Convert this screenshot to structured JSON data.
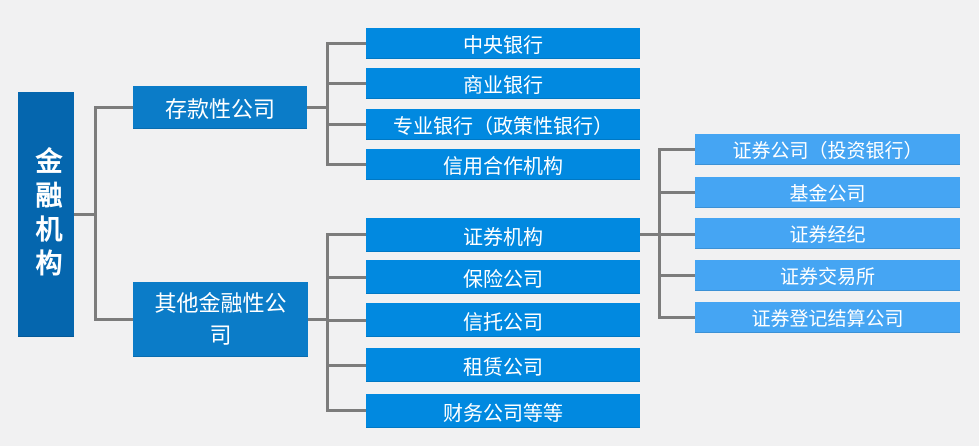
{
  "diagram": {
    "title_context": "financial-institutions-tree",
    "root": {
      "label": "金融机构"
    },
    "level1": [
      {
        "label": "存款性公司",
        "children": [
          "中央银行",
          "商业银行",
          "专业银行（政策性银行）",
          "信用合作机构"
        ]
      },
      {
        "label": "其他金融性公司",
        "children": [
          "证券机构",
          "保险公司",
          "信托公司",
          "租赁公司",
          "财务公司等等"
        ]
      }
    ],
    "securities_parent": "证券机构",
    "securities_children": [
      "证券公司（投资银行）",
      "基金公司",
      "证券经纪",
      "证券交易所",
      "证券登记结算公司"
    ]
  },
  "colors": {
    "background": "#f1f1f2",
    "root_box": "#0566ae",
    "branch_box": "#0b7cc8",
    "child_box": "#0189e0",
    "leaf_box": "#45a5f3",
    "connector": "#7c7c7c",
    "text": "#ffffff"
  }
}
